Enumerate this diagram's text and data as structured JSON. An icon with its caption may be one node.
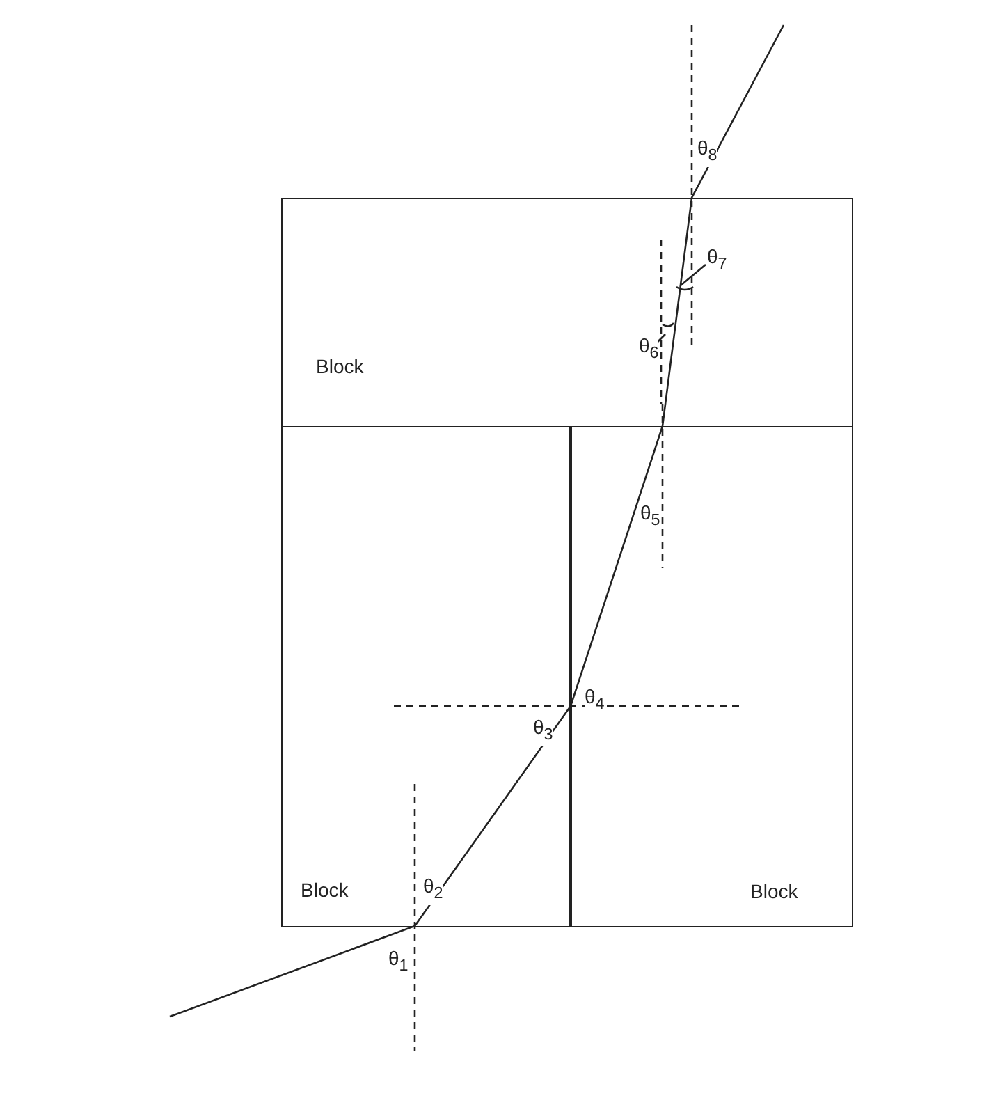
{
  "diagram": {
    "nodes": [
      {
        "text": [
          "Block"
        ]
      },
      {
        "text": [
          "Block"
        ]
      },
      {
        "text": [
          "Block"
        ]
      }
    ],
    "edges": [],
    "labels": [
      "θ$_{8}$",
      "θ$_{7}$",
      "θ$_{6}$",
      "θ$_{5}$",
      "θ$_{4}$",
      "θ$_{3}$",
      "θ$_{2}$",
      "θ$_{1}$"
    ]
  }
}
